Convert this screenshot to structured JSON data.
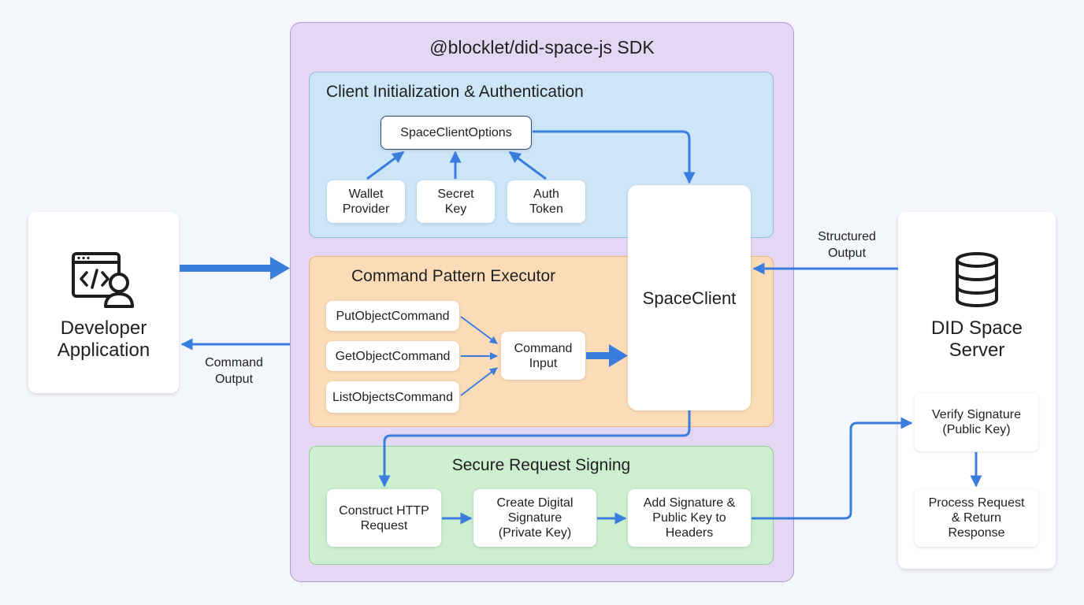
{
  "sdk": {
    "title": "@blocklet/did-space-js SDK"
  },
  "developer": {
    "name_line1": "Developer",
    "name_line2": "Application",
    "icon": "code-window-user-icon"
  },
  "server": {
    "name_line1": "DID Space",
    "name_line2": "Server",
    "icon": "database-icon"
  },
  "auth": {
    "title": "Client Initialization & Authentication",
    "options": "SpaceClientOptions",
    "wallet_line1": "Wallet",
    "wallet_line2": "Provider",
    "secret_line1": "Secret",
    "secret_line2": "Key",
    "token_line1": "Auth",
    "token_line2": "Token"
  },
  "commands": {
    "title": "Command Pattern Executor",
    "put": "PutObjectCommand",
    "get": "GetObjectCommand",
    "list": "ListObjectsCommand",
    "input_line1": "Command",
    "input_line2": "Input"
  },
  "space_client": {
    "label": "SpaceClient"
  },
  "signing": {
    "title": "Secure Request Signing",
    "construct_line1": "Construct HTTP",
    "construct_line2": "Request",
    "create_line1": "Create Digital",
    "create_line2": "Signature",
    "create_line3": "(Private Key)",
    "add_line1": "Add Signature &",
    "add_line2": "Public Key to",
    "add_line3": "Headers"
  },
  "server_steps": {
    "verify_line1": "Verify Signature",
    "verify_line2": "(Public Key)",
    "process_line1": "Process Request",
    "process_line2": "& Return",
    "process_line3": "Response"
  },
  "edges": {
    "command_output_line1": "Command",
    "command_output_line2": "Output",
    "structured_output_line1": "Structured",
    "structured_output_line2": "Output"
  },
  "colors": {
    "arrow": "#3b7ddd",
    "sdk_bg": "#e4d7f3",
    "auth_bg": "#cce5f7",
    "cmd_bg": "#fcdcb8",
    "sign_bg": "#cdeecf"
  }
}
